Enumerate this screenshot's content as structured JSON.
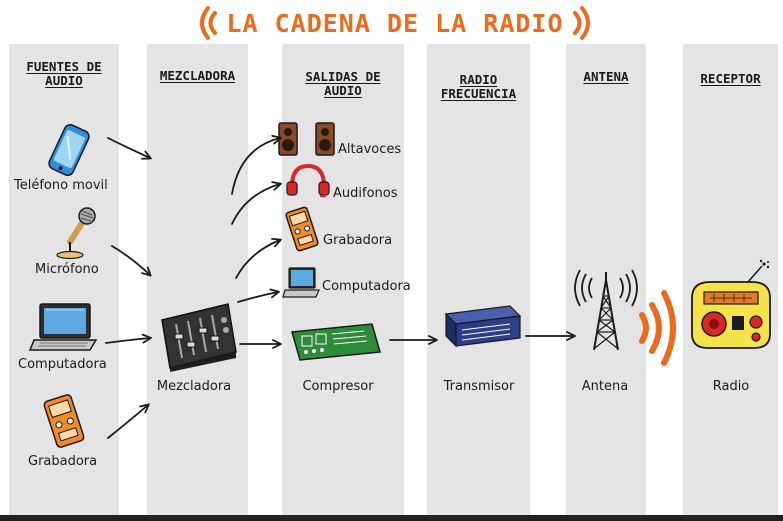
{
  "title": "LA CADENA DE LA RADIO",
  "colors": {
    "accent": "#ec6a1e",
    "column": "#e4e4e4",
    "ink": "#1a1a1a",
    "phone": "#2f8fd8",
    "speaker": "#8a4a2a",
    "headphones": "#d8282a",
    "compressor": "#2e8b3a",
    "transmitter": "#2c3e8a",
    "radio_body": "#f4e24a"
  },
  "columns": [
    {
      "id": "fuentes",
      "header": "FUENTES DE\nAUDIO"
    },
    {
      "id": "mezcladora",
      "header": "MEZCLADORA"
    },
    {
      "id": "salidas",
      "header": "SALIDAS DE\nAUDIO"
    },
    {
      "id": "rf",
      "header": "RADIO\nFRECUENCIA"
    },
    {
      "id": "antena",
      "header": "ANTENA"
    },
    {
      "id": "receptor",
      "header": "RECEPTOR"
    }
  ],
  "sources": [
    {
      "label": "Teléfono movil",
      "icon": "mobile-phone-icon"
    },
    {
      "label": "Micrófono",
      "icon": "microphone-icon"
    },
    {
      "label": "Computadora",
      "icon": "laptop-icon"
    },
    {
      "label": "Grabadora",
      "icon": "recorder-icon"
    }
  ],
  "mixer": {
    "label": "Mezcladora",
    "icon": "mixer-icon"
  },
  "outputs": [
    {
      "label": "Altavoces",
      "icon": "speakers-icon"
    },
    {
      "label": "Audifonos",
      "icon": "headphones-icon"
    },
    {
      "label": "Grabadora",
      "icon": "recorder-icon"
    },
    {
      "label": "Computadora",
      "icon": "laptop-icon"
    }
  ],
  "compressor": {
    "label": "Compresor",
    "icon": "compressor-icon"
  },
  "transmitter": {
    "label": "Transmisor",
    "icon": "transmitter-icon"
  },
  "antenna": {
    "label": "Antena",
    "icon": "antenna-tower-icon"
  },
  "receiver": {
    "label": "Radio",
    "icon": "radio-icon"
  }
}
